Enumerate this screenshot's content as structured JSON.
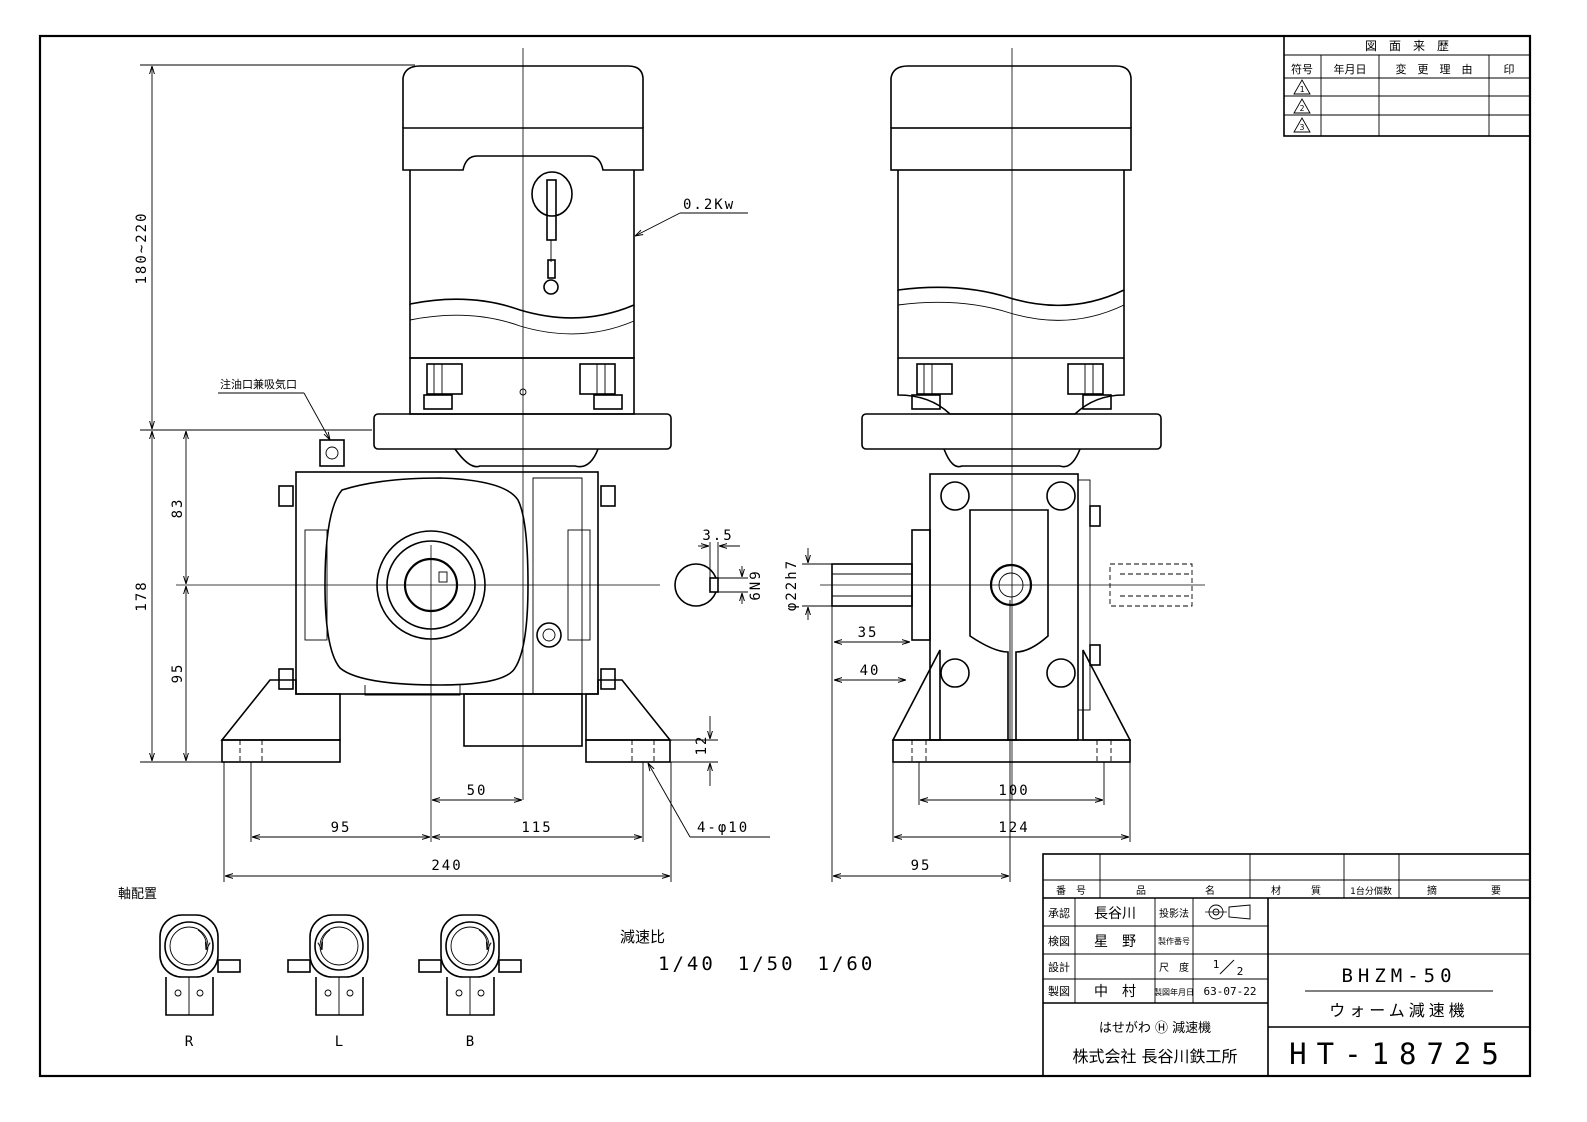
{
  "dimensions": {
    "motor_height": "180~220",
    "base_height": "178",
    "upper_half": "83",
    "lower_half": "95",
    "power": "0.2Kw",
    "oil_port": "注油口兼吸気口",
    "key_width": "3.5",
    "key_fit": "6N9",
    "shaft_dia": "φ22h7",
    "shaft_35": "35",
    "shaft_40": "40",
    "foot_thick": "12",
    "offset_50": "50",
    "left_95": "95",
    "pitch_115": "115",
    "hole": "4-φ10",
    "total_240": "240",
    "side_100": "100",
    "side_124": "124",
    "side_95": "95"
  },
  "revision": {
    "title": "図　面　来　歴",
    "headers": [
      "符号",
      "年月日",
      "変　更　理　由",
      "印"
    ],
    "symbols": [
      "1",
      "2",
      "3"
    ]
  },
  "arrangement": {
    "title": "軸配置",
    "labels": [
      "R",
      "L",
      "B"
    ]
  },
  "ratio": {
    "label": "減速比",
    "values": "1/40　1/50　1/60"
  },
  "title_block": {
    "headers": [
      "番　号",
      "品",
      "名",
      "材",
      "質",
      "1台分個数",
      "摘",
      "要"
    ],
    "approve_label": "承認",
    "approve_name": "長谷川",
    "check_label": "検図",
    "check_name": "星　野",
    "design_label": "設計",
    "design_name": "",
    "draw_label": "製図",
    "draw_name": "中　村",
    "projection_label": "投影法",
    "number_label": "製作番号",
    "scale_label": "尺　度",
    "scale_num": "1",
    "scale_den": "2",
    "date_label": "製図年月日",
    "date": "63-07-22",
    "model": "BHZM-50",
    "product": "ウォーム減速機",
    "brand_line": "はせがわ Ⓗ 減速機",
    "company": "株式会社 長谷川鉄工所",
    "drawing_no": "HT-18725"
  }
}
